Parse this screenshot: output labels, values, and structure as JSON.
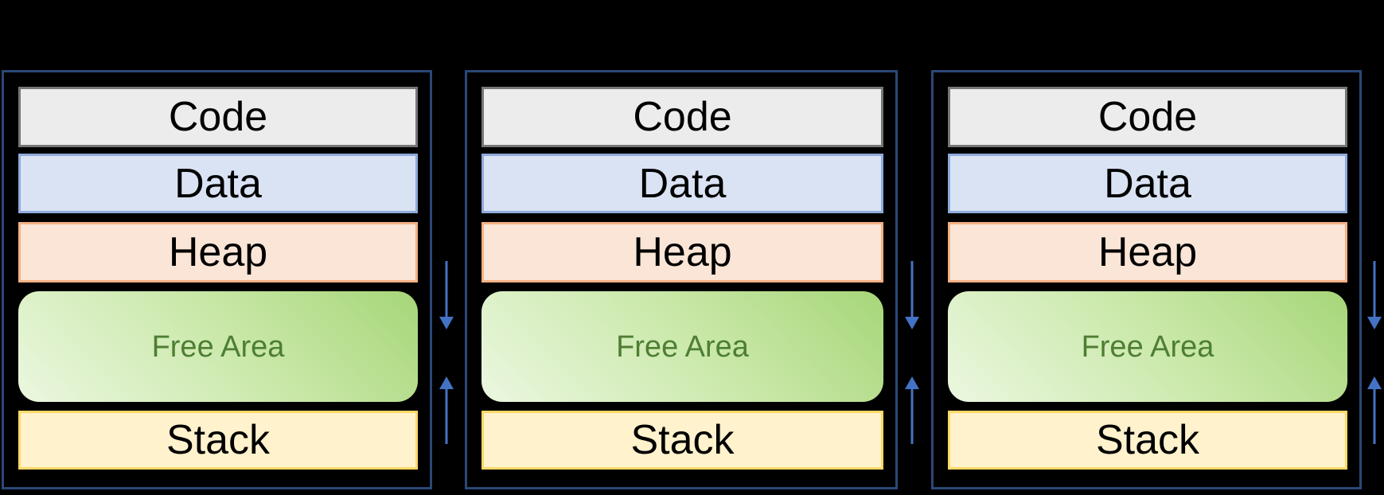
{
  "diagram": {
    "description": "Three identical process memory layout panels on black background",
    "panels": [
      {
        "name": "process-memory-1",
        "sections": [
          {
            "id": "code",
            "label": "Code"
          },
          {
            "id": "data",
            "label": "Data"
          },
          {
            "id": "heap",
            "label": "Heap"
          },
          {
            "id": "free",
            "label": "Free Area"
          },
          {
            "id": "stack",
            "label": "Stack"
          }
        ]
      },
      {
        "name": "process-memory-2",
        "sections": [
          {
            "id": "code",
            "label": "Code"
          },
          {
            "id": "data",
            "label": "Data"
          },
          {
            "id": "heap",
            "label": "Heap"
          },
          {
            "id": "free",
            "label": "Free Area"
          },
          {
            "id": "stack",
            "label": "Stack"
          }
        ]
      },
      {
        "name": "process-memory-3",
        "sections": [
          {
            "id": "code",
            "label": "Code"
          },
          {
            "id": "data",
            "label": "Data"
          },
          {
            "id": "heap",
            "label": "Heap"
          },
          {
            "id": "free",
            "label": "Free Area"
          },
          {
            "id": "stack",
            "label": "Stack"
          }
        ]
      }
    ],
    "arrows": [
      {
        "position": "between-panel-1-and-2",
        "directions": [
          "down",
          "up"
        ]
      },
      {
        "position": "between-panel-2-and-3",
        "directions": [
          "down",
          "up"
        ]
      },
      {
        "position": "right-of-panel-3",
        "directions": [
          "down",
          "up"
        ]
      }
    ],
    "colors": {
      "background": "#000000",
      "panel_border": "#2b4777",
      "code_fill": "#ececec",
      "code_border": "#767676",
      "data_fill": "#dae3f3",
      "data_border": "#8faadc",
      "heap_fill": "#fbe5d6",
      "heap_border": "#f4b183",
      "free_gradient_dark": "#a6d679",
      "free_gradient_light": "#ebf7e0",
      "free_text": "#4e7e33",
      "stack_fill": "#fff2cc",
      "stack_border": "#ffd966",
      "arrow": "#4472c4",
      "label_text": "#000000"
    }
  }
}
